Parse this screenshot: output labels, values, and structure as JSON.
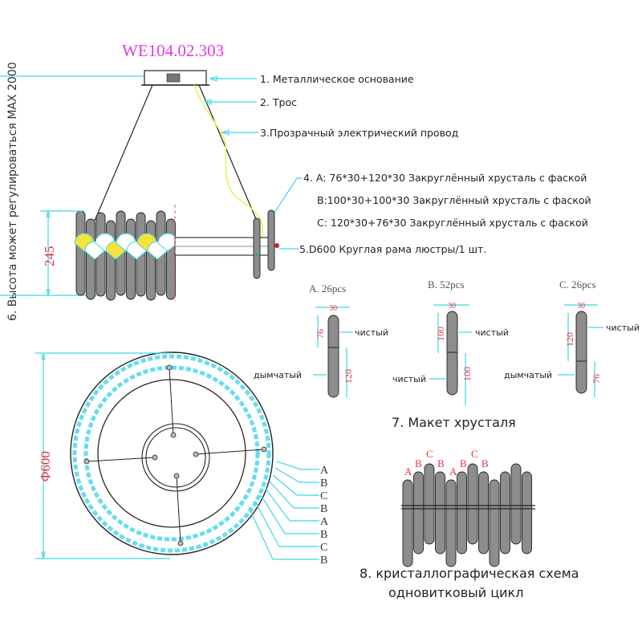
{
  "title": {
    "model": "WE104.02.303",
    "color": "#e23be0"
  },
  "callouts": [
    {
      "id": "1",
      "text": "1. Металлическое основание"
    },
    {
      "id": "2",
      "text": "2. Трос"
    },
    {
      "id": "3",
      "text": "3.Прозрачный электрический провод"
    },
    {
      "id": "4a",
      "text": "4. A: 76*30+120*30 Закруглённый хрусталь с фаской"
    },
    {
      "id": "4b",
      "text": "B:100*30+100*30 Закруглённый хрусталь с фаской"
    },
    {
      "id": "4c",
      "text": "C: 120*30+76*30 Закруглённый хрусталь с фаской"
    },
    {
      "id": "5",
      "text": "5.D600 Круглая рама люстры/1 шт."
    }
  ],
  "height_note": "6. Высота может регулироваться MAX 2000",
  "side_view": {
    "height_dim": "245"
  },
  "top_view": {
    "diameter_dim": "Φ600",
    "ring_labels": [
      "A",
      "B",
      "C",
      "B",
      "A",
      "B",
      "C",
      "B"
    ]
  },
  "crystals": {
    "section_title": "7. Макет хрусталя",
    "types": [
      {
        "name": "A. 26pcs",
        "width": "30",
        "top_len": "76",
        "bottom_len": "120",
        "top_label": "чистый",
        "bottom_label": "дымчатый"
      },
      {
        "name": "B. 52pcs",
        "width": "30",
        "top_len": "100",
        "bottom_len": "100",
        "top_label": "чистый",
        "bottom_label": "чистый"
      },
      {
        "name": "C. 26pcs",
        "width": "30",
        "top_len": "120",
        "bottom_len": "76",
        "top_label": "чистый",
        "bottom_label": "дымчатый"
      }
    ]
  },
  "pattern": {
    "labels": [
      "A",
      "B",
      "C",
      "B",
      "A",
      "B",
      "C",
      "B"
    ],
    "caption_line1": "8. кристаллографическая схема",
    "caption_line2": "одновитковый цикл"
  },
  "colors": {
    "dimension": "#e8323c",
    "leader": "#3fd6e8",
    "wire": "#eef05a",
    "accent_yellow": "#f6e23a"
  }
}
